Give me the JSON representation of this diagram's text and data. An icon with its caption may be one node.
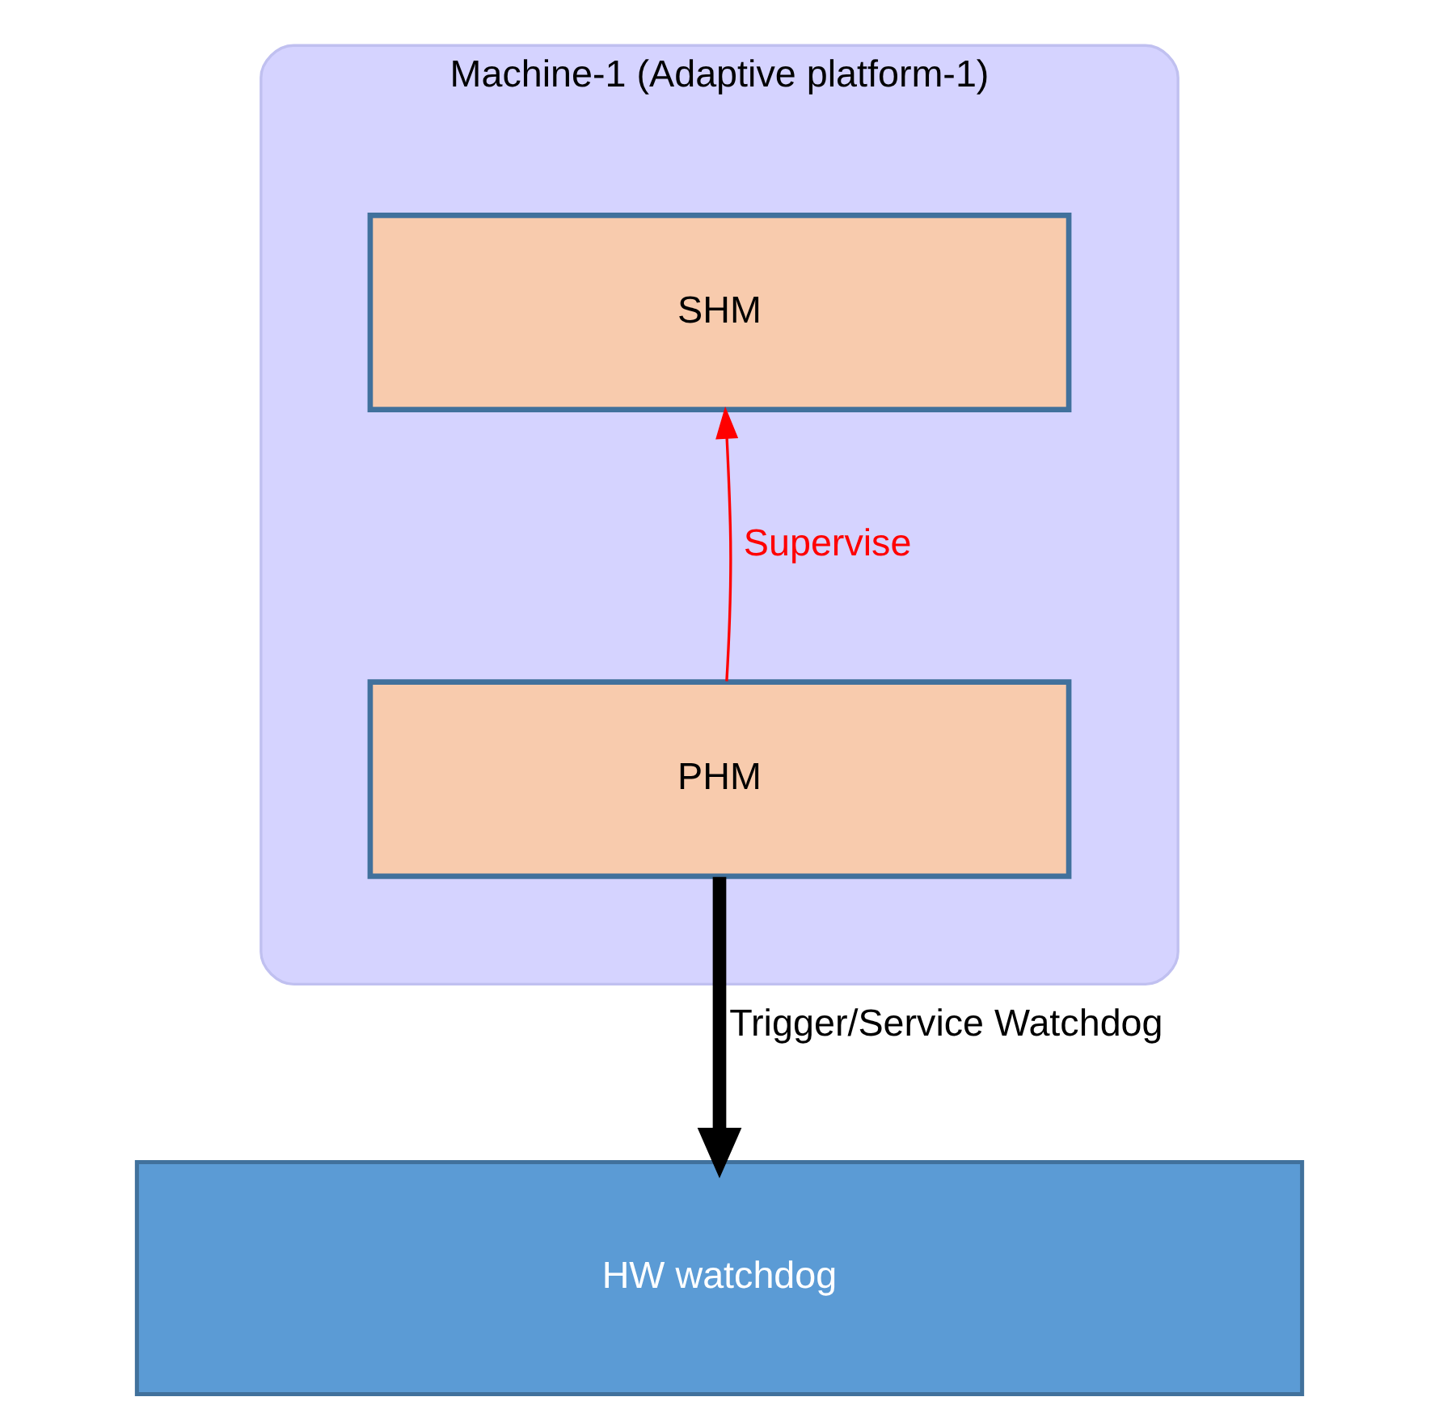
{
  "diagram": {
    "nodes": [
      {
        "text": [
          "Machine-1 (Adaptive platform-1)"
        ]
      },
      {
        "text": [
          "SHM"
        ],
        "in": 0
      },
      {
        "text": [
          "PHM"
        ],
        "in": 0
      },
      {
        "text": [
          "HW watchdog"
        ]
      }
    ],
    "edges": [
      {
        "from": 2,
        "to": 1,
        "arrow": "to",
        "label": "Supervise",
        "color": "#ff0000"
      },
      {
        "from": 2,
        "to": 3,
        "arrow": "to",
        "label": "Trigger/Service Watchdog",
        "style": "thick",
        "color": "#000000"
      }
    ]
  }
}
